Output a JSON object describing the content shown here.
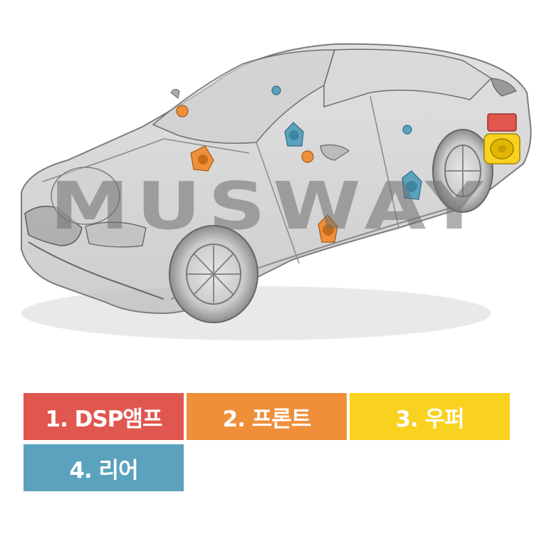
{
  "watermark": {
    "text": "MUSWAY"
  },
  "colors": {
    "dsp_amp": "#e0574f",
    "front": "#ef8f3a",
    "woofer": "#f9d11f",
    "rear": "#5aa2bd"
  },
  "legend": {
    "items": [
      {
        "label": "1. DSP앰프",
        "color": "#e0574f"
      },
      {
        "label": "2. 프론트",
        "color": "#ef8f3a"
      },
      {
        "label": "3. 우퍼",
        "color": "#f9d11f"
      },
      {
        "label": "4. 리어",
        "color": "#5aa2bd"
      }
    ]
  }
}
